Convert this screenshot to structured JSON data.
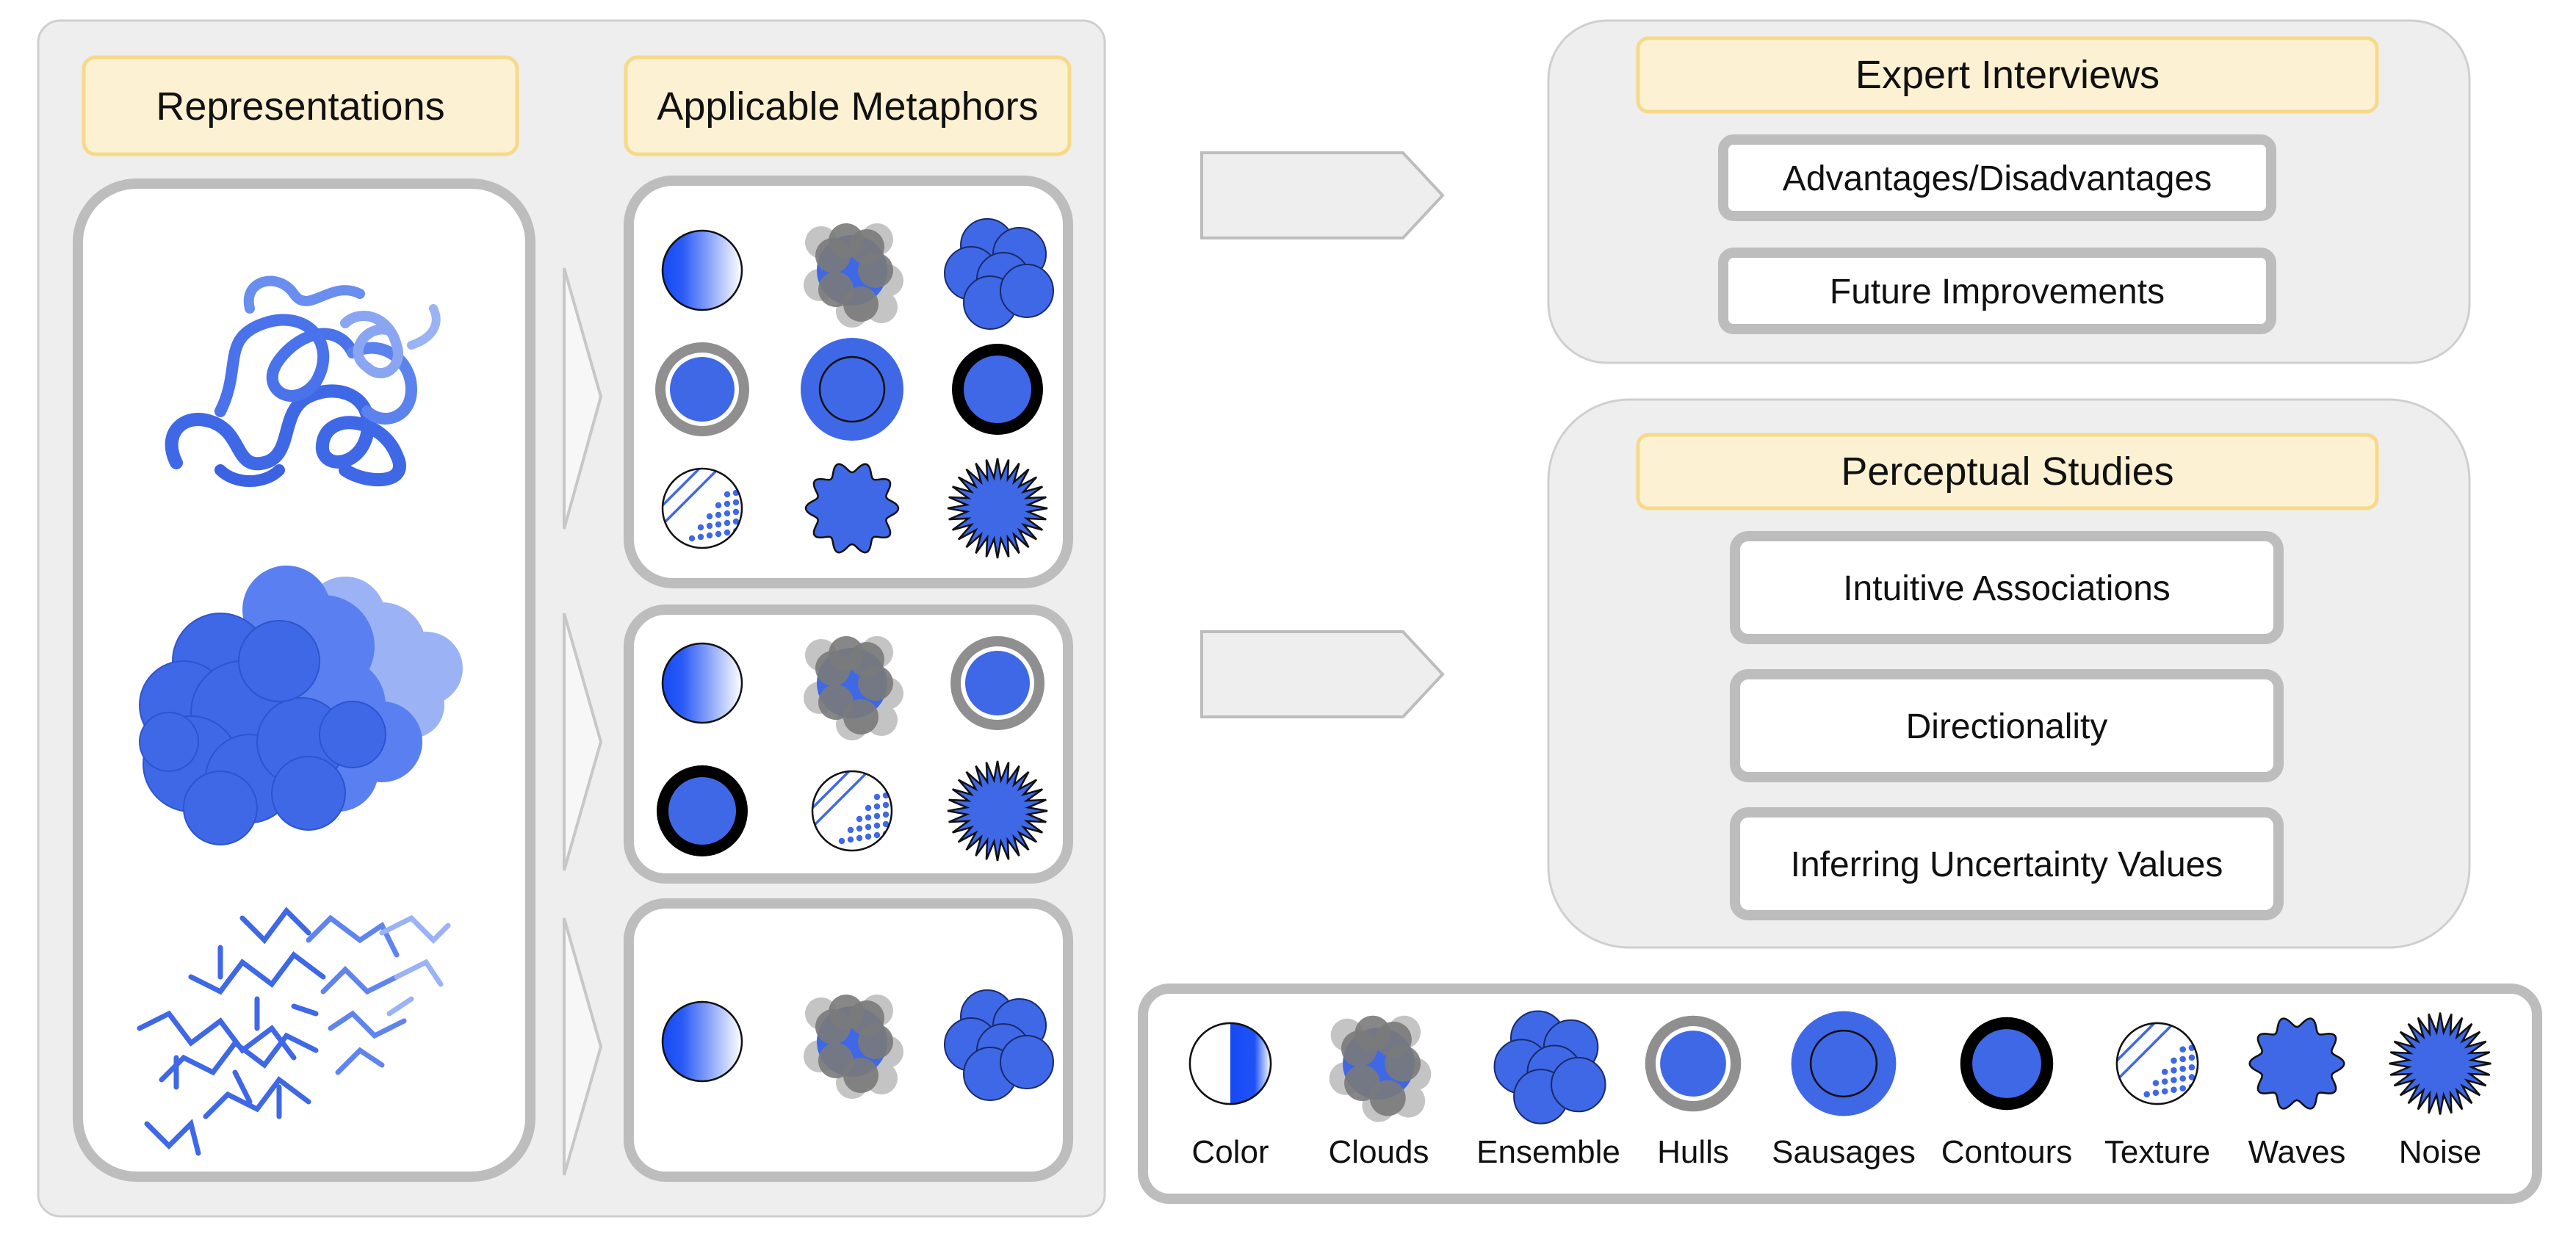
{
  "left_panel": {
    "representations_title": "Representations",
    "metaphors_title": "Applicable Metaphors",
    "rows": [
      {
        "representation": "cartoon-backbone",
        "metaphors": [
          "color",
          "clouds",
          "ensemble",
          "hulls",
          "sausages",
          "contours",
          "texture",
          "waves",
          "noise"
        ]
      },
      {
        "representation": "molecular-surface",
        "metaphors": [
          "color",
          "clouds",
          "hulls",
          "contours",
          "texture",
          "noise"
        ]
      },
      {
        "representation": "stick-atoms",
        "metaphors": [
          "color",
          "clouds",
          "ensemble"
        ]
      }
    ]
  },
  "expert_interviews": {
    "title": "Expert Interviews",
    "items": [
      "Advantages/Disadvantages",
      "Future Improvements"
    ]
  },
  "perceptual_studies": {
    "title": "Perceptual Studies",
    "items": [
      "Intuitive Associations",
      "Directionality",
      "Inferring Uncertainty Values"
    ]
  },
  "legend": {
    "items": [
      {
        "key": "color",
        "label": "Color"
      },
      {
        "key": "clouds",
        "label": "Clouds"
      },
      {
        "key": "ensemble",
        "label": "Ensemble"
      },
      {
        "key": "hulls",
        "label": "Hulls"
      },
      {
        "key": "sausages",
        "label": "Sausages"
      },
      {
        "key": "contours",
        "label": "Contours"
      },
      {
        "key": "texture",
        "label": "Texture"
      },
      {
        "key": "waves",
        "label": "Waves"
      },
      {
        "key": "noise",
        "label": "Noise"
      }
    ]
  },
  "colors": {
    "blue": "#3f68e6",
    "bright_blue": "#1649f5",
    "header_fill": "#fdf1d3",
    "header_stroke": "#f7d98a",
    "panel_fill": "#eeeeee",
    "border_gray": "#bdbdbd"
  }
}
